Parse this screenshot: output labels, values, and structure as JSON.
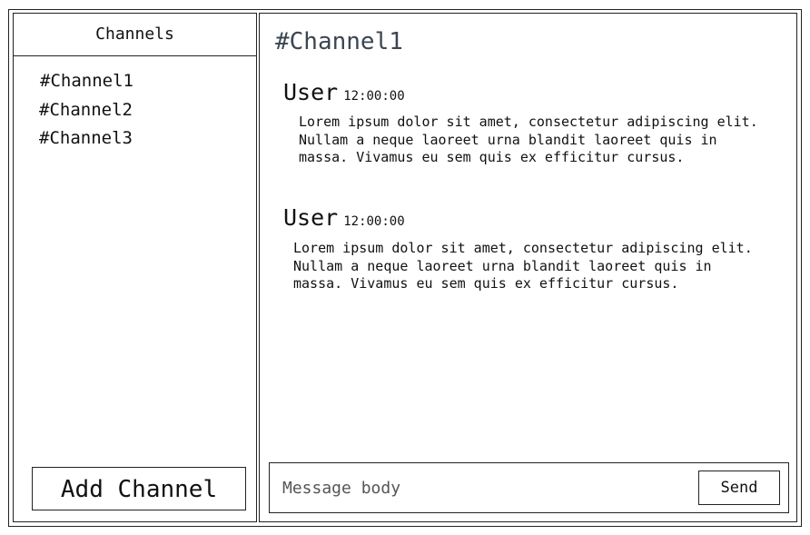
{
  "sidebar": {
    "header": "Channels",
    "channels": [
      "#Channel1",
      "#Channel2",
      "#Channel3"
    ],
    "add_channel_label": "Add Channel"
  },
  "main": {
    "channel_title": "#Channel1",
    "messages": [
      {
        "user": "User",
        "time": "12:00:00",
        "body": "Lorem ipsum dolor sit amet, consectetur adipiscing elit.\nNullam a neque laoreet urna blandit laoreet quis in\nmassa. Vivamus eu sem quis ex efficitur cursus."
      },
      {
        "user": "User",
        "time": "12:00:00",
        "body": "Lorem ipsum dolor sit amet, consectetur adipiscing elit.\nNullam a neque laoreet urna blandit laoreet quis in\nmassa. Vivamus eu sem quis ex efficitur cursus."
      }
    ],
    "composer": {
      "placeholder": "Message body",
      "value": "",
      "send_label": "Send"
    }
  }
}
